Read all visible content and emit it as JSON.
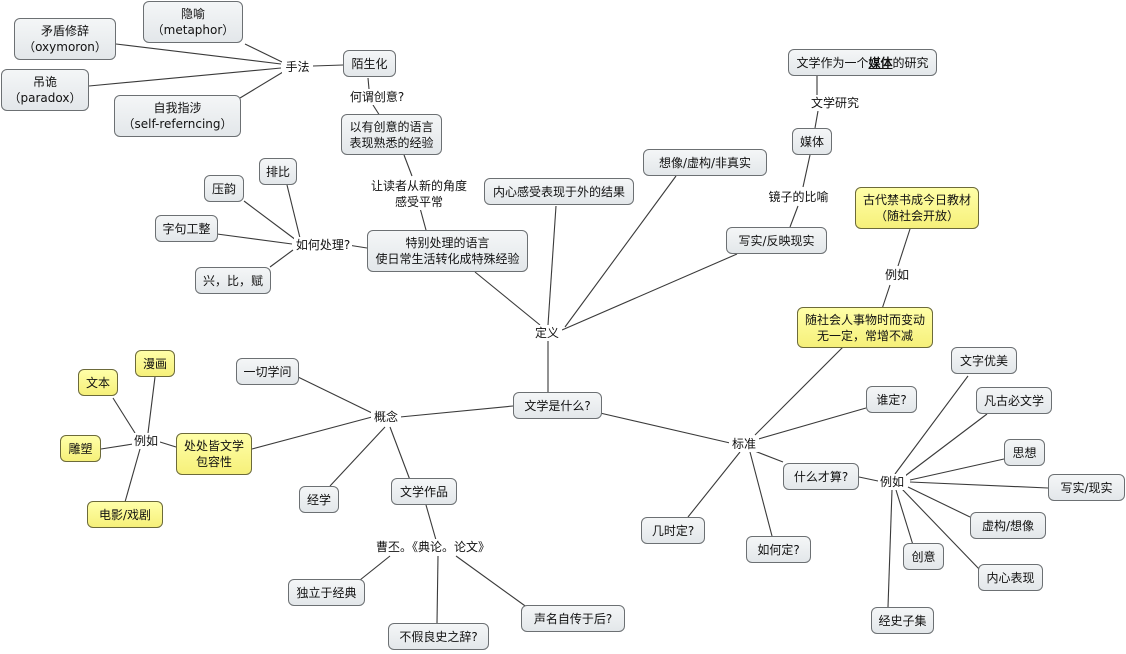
{
  "root": "文学是什么?",
  "branches": {
    "concept": {
      "label": "概念",
      "all_learning": "一切学问",
      "classics_study": "经学",
      "literary_works": "文学作品",
      "caopi": "曹丕。《典论。论文》",
      "independent": "独立于经典",
      "no_historian": "不假良史之辞?",
      "fame": "声名自传于后?",
      "everywhere": [
        "处处皆文学",
        "包容性"
      ],
      "for_example": "例如",
      "examples": [
        "文本",
        "漫画",
        "雕塑",
        "电影/戏剧"
      ]
    },
    "definition": {
      "label": "定义",
      "special_language": [
        "特别处理的语言",
        "使日常生活转化成特殊经验"
      ],
      "how_process": "如何处理?",
      "parallelism": "排比",
      "rhyme": "压韵",
      "wording": "字句工整",
      "xing_bi_fu": "兴，比，赋",
      "new_angle": [
        "让读者从新的角度",
        "感受平常"
      ],
      "creative_language": [
        "以有创意的语言",
        "表现熟悉的经验"
      ],
      "what_creative": "何谓创意?",
      "defamiliarization": "陌生化",
      "techniques": "手法",
      "metaphor": [
        "隐喻",
        "（metaphor）"
      ],
      "oxymoron": [
        "矛盾修辞",
        "（oxymoron）"
      ],
      "paradox": [
        "吊诡",
        "（paradox）"
      ],
      "self_ref": [
        "自我指涉",
        "（self-referncing）"
      ],
      "inner_feelings": "内心感受表现于外的结果",
      "imagination": "想像/虚构/非真实",
      "realism": "写实/反映现实",
      "mirror": "镜子的比喻",
      "medium": "媒体",
      "lit_study": "文学研究",
      "media_study": {
        "before": "文学作为一个",
        "bold": "媒体",
        "after": "的研究"
      }
    },
    "standard": {
      "label": "标准",
      "who": "谁定?",
      "when": "几时定?",
      "how": "如何定?",
      "what_counts": "什么才算?",
      "for_example": "例如",
      "changes": [
        "随社会人事物时而变动",
        "无一定，常增不减"
      ],
      "ex_label": "例如",
      "banned_books": [
        "古代禁书成今日教材",
        "（随社会开放）"
      ],
      "examples": {
        "beauty": "文字优美",
        "ancient": "凡古必文学",
        "thought": "思想",
        "realistic": "写实/现实",
        "fiction": "虚构/想像",
        "inner": "内心表现",
        "creative": "创意",
        "classics": "经史子集"
      }
    }
  },
  "colors": {
    "node_border": "#6c7073",
    "line": "#3a3a3a",
    "highlight": "#fbf68f"
  }
}
